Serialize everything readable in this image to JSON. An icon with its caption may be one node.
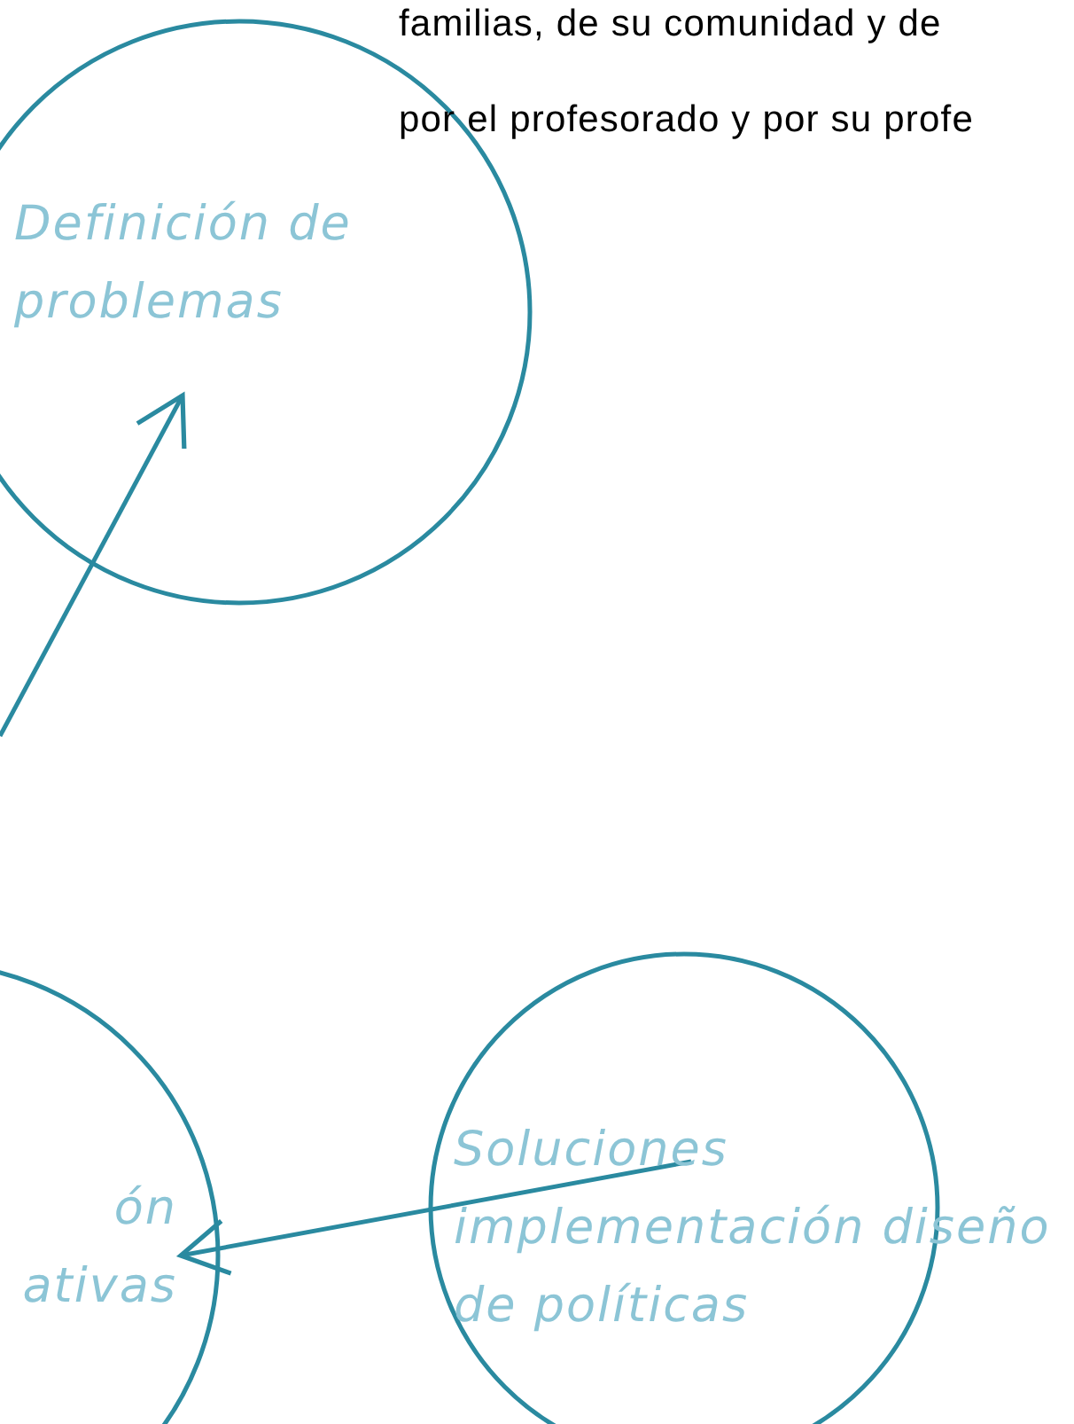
{
  "diagram": {
    "nodes": [
      {
        "text": [
          "Definición de problemas"
        ]
      },
      {
        "text": [
          "ón ativas"
        ]
      },
      {
        "text": [
          "Soluciones implementación diseño de políticas"
        ]
      }
    ],
    "edges": [
      {
        "from": null,
        "to": 0,
        "arrow": "to"
      },
      {
        "from": 2,
        "to": 1,
        "arrow": "to"
      }
    ],
    "labels": [
      "familias, de su comunidad y de",
      "por el profesorado y por su profe"
    ]
  }
}
